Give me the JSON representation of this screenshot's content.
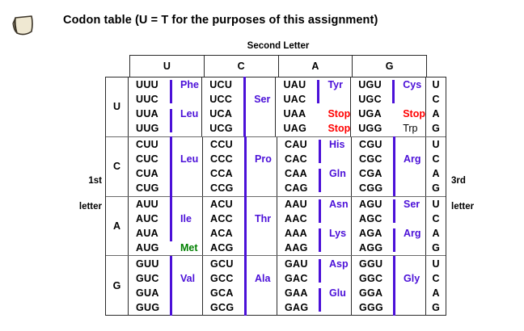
{
  "title": "Codon table (U = T for the purposes of this assignment)",
  "icon": "scroll-icon",
  "colors": {
    "amino_acid": "#4b10d8",
    "stop": "#ff0000",
    "start_met": "#008000",
    "codon": "#000000",
    "border": "#2b2b2b"
  },
  "labels": {
    "second_letter": "Second Letter",
    "first_letter_line1": "1st",
    "first_letter_line2": "letter",
    "third_letter_line1": "3rd",
    "third_letter_line2": "letter"
  },
  "second_letter_header": [
    "U",
    "C",
    "A",
    "G"
  ],
  "third_letter_bases": [
    "U",
    "C",
    "A",
    "G"
  ],
  "first_letter_bases": [
    "U",
    "C",
    "A",
    "G"
  ],
  "rows": [
    {
      "first_letter": "U",
      "cells": [
        {
          "second_letter": "U",
          "lines": [
            {
              "codon": "UUU",
              "bar": "bar-top",
              "aa": "Phe",
              "color": "blue"
            },
            {
              "codon": "UUC",
              "bar": "bar-bottom",
              "aa": "",
              "color": "blue"
            },
            {
              "codon": "UUA",
              "bar": "bar-top",
              "aa": "Leu",
              "color": "blue"
            },
            {
              "codon": "UUG",
              "bar": "bar-bottom",
              "aa": "",
              "color": "blue"
            }
          ]
        },
        {
          "second_letter": "C",
          "lines": [
            {
              "codon": "UCU",
              "bar": "bar",
              "aa": "",
              "color": "blue"
            },
            {
              "codon": "UCC",
              "bar": "bar",
              "aa": "Ser",
              "color": "blue"
            },
            {
              "codon": "UCA",
              "bar": "bar",
              "aa": "",
              "color": "blue"
            },
            {
              "codon": "UCG",
              "bar": "bar",
              "aa": "",
              "color": "blue"
            }
          ]
        },
        {
          "second_letter": "A",
          "lines": [
            {
              "codon": "UAU",
              "bar": "bar-top",
              "aa": "Tyr",
              "color": "blue"
            },
            {
              "codon": "UAC",
              "bar": "bar-bottom",
              "aa": "",
              "color": "blue"
            },
            {
              "codon": "UAA",
              "bar": "none",
              "aa": "Stop",
              "color": "red"
            },
            {
              "codon": "UAG",
              "bar": "none",
              "aa": "Stop",
              "color": "red"
            }
          ]
        },
        {
          "second_letter": "G",
          "lines": [
            {
              "codon": "UGU",
              "bar": "bar-top",
              "aa": "Cys",
              "color": "blue"
            },
            {
              "codon": "UGC",
              "bar": "bar-bottom",
              "aa": "",
              "color": "blue"
            },
            {
              "codon": "UGA",
              "bar": "none",
              "aa": "Stop",
              "color": "red"
            },
            {
              "codon": "UGG",
              "bar": "none",
              "aa": "Trp",
              "color": "black"
            }
          ]
        }
      ]
    },
    {
      "first_letter": "C",
      "cells": [
        {
          "second_letter": "U",
          "lines": [
            {
              "codon": "CUU",
              "bar": "bar",
              "aa": "",
              "color": "blue"
            },
            {
              "codon": "CUC",
              "bar": "bar",
              "aa": "Leu",
              "color": "blue"
            },
            {
              "codon": "CUA",
              "bar": "bar",
              "aa": "",
              "color": "blue"
            },
            {
              "codon": "CUG",
              "bar": "bar",
              "aa": "",
              "color": "blue"
            }
          ]
        },
        {
          "second_letter": "C",
          "lines": [
            {
              "codon": "CCU",
              "bar": "bar",
              "aa": "",
              "color": "blue"
            },
            {
              "codon": "CCC",
              "bar": "bar",
              "aa": "Pro",
              "color": "blue"
            },
            {
              "codon": "CCA",
              "bar": "bar",
              "aa": "",
              "color": "blue"
            },
            {
              "codon": "CCG",
              "bar": "bar",
              "aa": "",
              "color": "blue"
            }
          ]
        },
        {
          "second_letter": "A",
          "lines": [
            {
              "codon": "CAU",
              "bar": "bar-top",
              "aa": "His",
              "color": "blue"
            },
            {
              "codon": "CAC",
              "bar": "bar-bottom",
              "aa": "",
              "color": "blue"
            },
            {
              "codon": "CAA",
              "bar": "bar-top",
              "aa": "Gln",
              "color": "blue"
            },
            {
              "codon": "CAG",
              "bar": "bar-bottom",
              "aa": "",
              "color": "blue"
            }
          ]
        },
        {
          "second_letter": "G",
          "lines": [
            {
              "codon": "CGU",
              "bar": "bar",
              "aa": "",
              "color": "blue"
            },
            {
              "codon": "CGC",
              "bar": "bar",
              "aa": "Arg",
              "color": "blue"
            },
            {
              "codon": "CGA",
              "bar": "bar",
              "aa": "",
              "color": "blue"
            },
            {
              "codon": "CGG",
              "bar": "bar",
              "aa": "",
              "color": "blue"
            }
          ]
        }
      ]
    },
    {
      "first_letter": "A",
      "cells": [
        {
          "second_letter": "U",
          "lines": [
            {
              "codon": "AUU",
              "bar": "bar",
              "aa": "",
              "color": "blue"
            },
            {
              "codon": "AUC",
              "bar": "bar",
              "aa": "Ile",
              "color": "blue"
            },
            {
              "codon": "AUA",
              "bar": "bar",
              "aa": "",
              "color": "blue"
            },
            {
              "codon": "AUG",
              "bar": "none",
              "aa": "Met",
              "color": "green"
            }
          ]
        },
        {
          "second_letter": "C",
          "lines": [
            {
              "codon": "ACU",
              "bar": "bar",
              "aa": "",
              "color": "blue"
            },
            {
              "codon": "ACC",
              "bar": "bar",
              "aa": "Thr",
              "color": "blue"
            },
            {
              "codon": "ACA",
              "bar": "bar",
              "aa": "",
              "color": "blue"
            },
            {
              "codon": "ACG",
              "bar": "bar",
              "aa": "",
              "color": "blue"
            }
          ]
        },
        {
          "second_letter": "A",
          "lines": [
            {
              "codon": "AAU",
              "bar": "bar-top",
              "aa": "Asn",
              "color": "blue"
            },
            {
              "codon": "AAC",
              "bar": "bar-bottom",
              "aa": "",
              "color": "blue"
            },
            {
              "codon": "AAA",
              "bar": "bar-top",
              "aa": "Lys",
              "color": "blue"
            },
            {
              "codon": "AAG",
              "bar": "bar-bottom",
              "aa": "",
              "color": "blue"
            }
          ]
        },
        {
          "second_letter": "G",
          "lines": [
            {
              "codon": "AGU",
              "bar": "bar-top",
              "aa": "Ser",
              "color": "blue"
            },
            {
              "codon": "AGC",
              "bar": "bar-bottom",
              "aa": "",
              "color": "blue"
            },
            {
              "codon": "AGA",
              "bar": "bar-top",
              "aa": "Arg",
              "color": "blue"
            },
            {
              "codon": "AGG",
              "bar": "bar-bottom",
              "aa": "",
              "color": "blue"
            }
          ]
        }
      ]
    },
    {
      "first_letter": "G",
      "cells": [
        {
          "second_letter": "U",
          "lines": [
            {
              "codon": "GUU",
              "bar": "bar",
              "aa": "",
              "color": "blue"
            },
            {
              "codon": "GUC",
              "bar": "bar",
              "aa": "Val",
              "color": "blue"
            },
            {
              "codon": "GUA",
              "bar": "bar",
              "aa": "",
              "color": "blue"
            },
            {
              "codon": "GUG",
              "bar": "bar",
              "aa": "",
              "color": "blue"
            }
          ]
        },
        {
          "second_letter": "C",
          "lines": [
            {
              "codon": "GCU",
              "bar": "bar",
              "aa": "",
              "color": "blue"
            },
            {
              "codon": "GCC",
              "bar": "bar",
              "aa": "Ala",
              "color": "blue"
            },
            {
              "codon": "GCA",
              "bar": "bar",
              "aa": "",
              "color": "blue"
            },
            {
              "codon": "GCG",
              "bar": "bar",
              "aa": "",
              "color": "blue"
            }
          ]
        },
        {
          "second_letter": "A",
          "lines": [
            {
              "codon": "GAU",
              "bar": "bar-top",
              "aa": "Asp",
              "color": "blue"
            },
            {
              "codon": "GAC",
              "bar": "bar-bottom",
              "aa": "",
              "color": "blue"
            },
            {
              "codon": "GAA",
              "bar": "bar-top",
              "aa": "Glu",
              "color": "blue"
            },
            {
              "codon": "GAG",
              "bar": "bar-bottom",
              "aa": "",
              "color": "blue"
            }
          ]
        },
        {
          "second_letter": "G",
          "lines": [
            {
              "codon": "GGU",
              "bar": "bar",
              "aa": "",
              "color": "blue"
            },
            {
              "codon": "GGC",
              "bar": "bar",
              "aa": "Gly",
              "color": "blue"
            },
            {
              "codon": "GGA",
              "bar": "bar",
              "aa": "",
              "color": "blue"
            },
            {
              "codon": "GGG",
              "bar": "bar",
              "aa": "",
              "color": "blue"
            }
          ]
        }
      ]
    }
  ]
}
